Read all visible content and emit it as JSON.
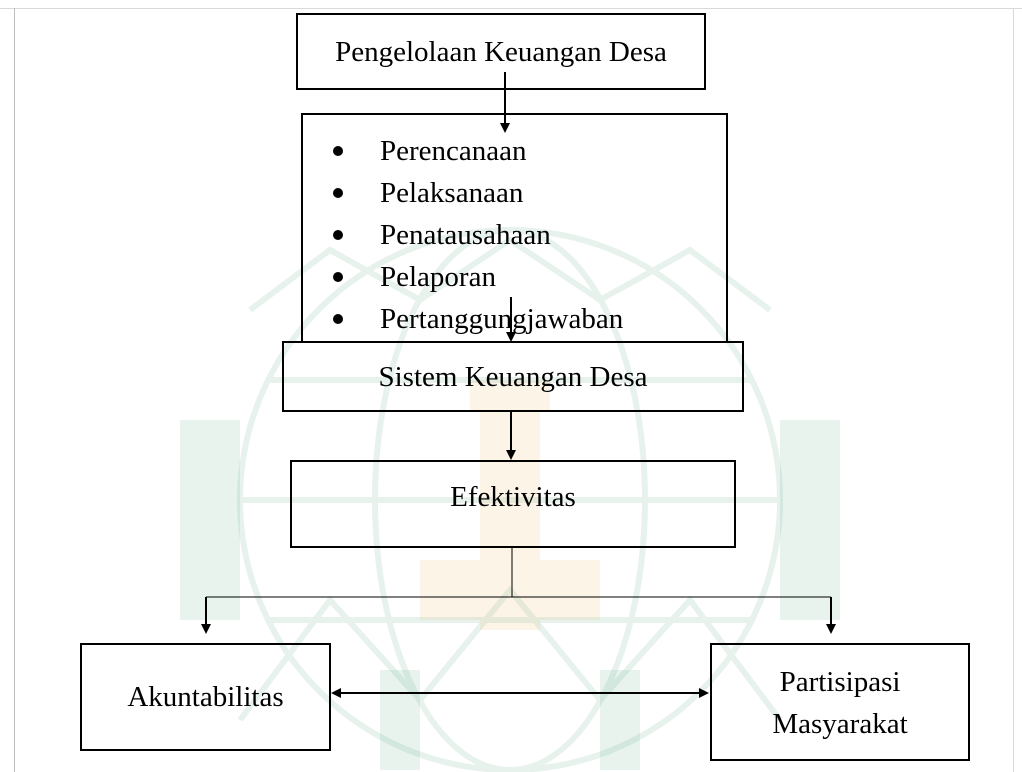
{
  "diagram": {
    "top_box": {
      "label": "Pengelolaan Keuangan Desa"
    },
    "stages": [
      {
        "label": "Perencanaan"
      },
      {
        "label": "Pelaksanaan"
      },
      {
        "label": "Penatausahaan"
      },
      {
        "label": "Pelaporan"
      },
      {
        "label": "Pertanggungjawaban"
      }
    ],
    "system_box": {
      "label": "Sistem Keuangan Desa"
    },
    "effectiveness_box": {
      "label": "Efektivitas"
    },
    "accountability_box": {
      "label": "Akuntabilitas"
    },
    "participation_box": {
      "line1": "Partisipasi",
      "line2": "Masyarakat"
    }
  },
  "colors": {
    "stroke": "#000000",
    "watermark_green": "#1f8a5c",
    "watermark_gold": "#e6b85c"
  }
}
